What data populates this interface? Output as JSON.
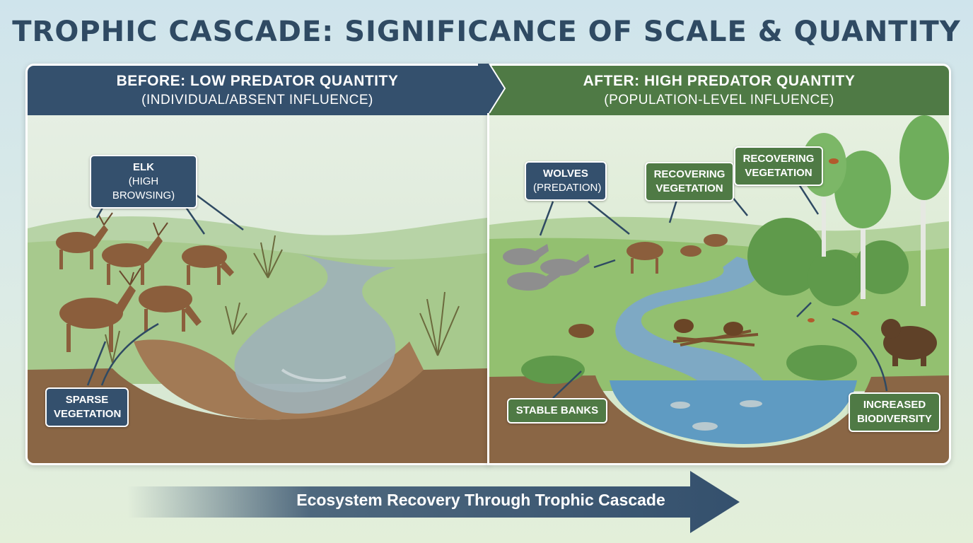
{
  "title": "TROPHIC CASCADE: SIGNIFICANCE OF SCALE & QUANTITY",
  "before": {
    "heading": "BEFORE: LOW PREDATOR QUANTITY",
    "subheading": "(INDIVIDUAL/ABSENT INFLUENCE)",
    "callouts": {
      "elk": {
        "title": "ELK",
        "subtitle": "(HIGH BROWSING)"
      },
      "sparse": {
        "line1": "SPARSE",
        "line2": "VEGETATION"
      }
    }
  },
  "after": {
    "heading": "AFTER: HIGH PREDATOR QUANTITY",
    "subheading": "(POPULATION-LEVEL INFLUENCE)",
    "callouts": {
      "wolves": {
        "title": "WOLVES",
        "subtitle": "(PREDATION)"
      },
      "recovering1": {
        "line1": "RECOVERING",
        "line2": "VEGETATION"
      },
      "recovering2": {
        "line1": "RECOVERING",
        "line2": "VEGETATION"
      },
      "stable_banks": "STABLE BANKS",
      "biodiversity": {
        "line1": "INCREASED",
        "line2": "BIODIVERSITY"
      }
    }
  },
  "bottom_arrow_label": "Ecosystem Recovery Through Trophic Cascade",
  "colors": {
    "before_header": "#34506d",
    "after_header": "#4f7a45",
    "title_text": "#2f4a63",
    "soil": "#8a6645",
    "water": "#7ea9c4"
  },
  "icons": [
    "elk-icon",
    "wolf-icon",
    "beaver-icon",
    "bear-icon",
    "fish-icon",
    "bird-icon",
    "tree-icon",
    "shrub-icon",
    "river-icon"
  ]
}
